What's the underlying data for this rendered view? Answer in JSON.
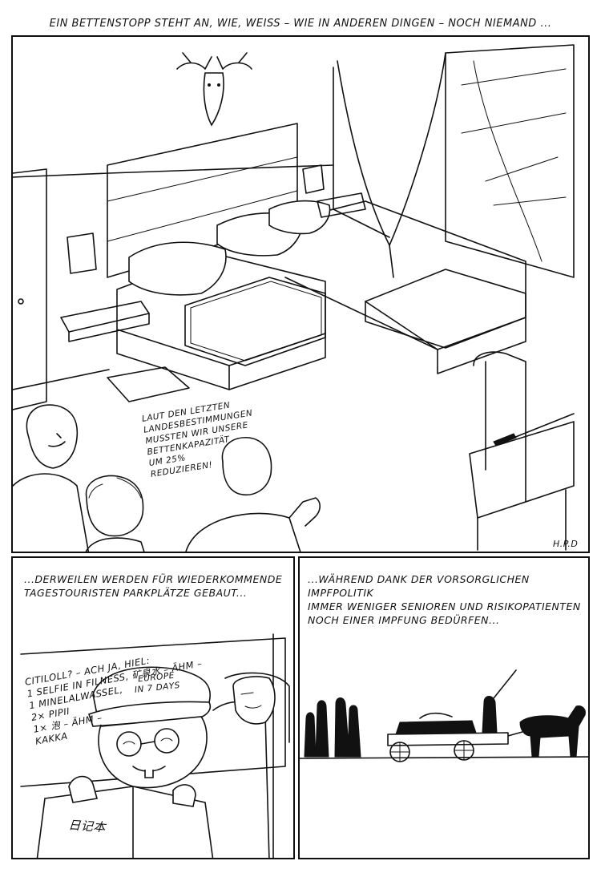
{
  "top_caption": "EIN BETTENSTOPP STEHT AN, WIE, WEISS – WIE IN ANDEREN DINGEN – NOCH NIEMAND ...",
  "panel1": {
    "speech_lines": [
      "LAUT DEN LETZTEN",
      "LANDESBESTIMMUNGEN",
      "MUSSTEN WIR UNSERE",
      "BETTENKAPAZITÄT",
      "UM 25%",
      "REDUZIEREN!"
    ],
    "signature": "H.P.D"
  },
  "panel2": {
    "caption_lines": [
      "...DERWEILEN WERDEN FÜR WIEDERKOMMENDE",
      "TAGESTOURISTEN PARKPLÄTZE GEBAUT..."
    ],
    "speech_lines": [
      "CITILOLL? – ACH JA, HIEL:",
      "1 SELFIE IN FILNESS, 矿泉水 – ÄHM –",
      "1 MINELALWASSEL,",
      "2× PIPII",
      "1× 泡 – ÄHM –",
      "KAKKA"
    ],
    "cap_text": [
      "EUROPE",
      "IN 7 DAYS"
    ],
    "book_text": "日记本"
  },
  "panel3": {
    "caption_lines": [
      "...WÄHREND DANK DER VORSORGLICHEN IMPFPOLITIK",
      "IMMER WENIGER SENIOREN UND RISIKOPATIENTEN",
      "NOCH EINER IMPFUNG BEDÜRFEN..."
    ]
  }
}
